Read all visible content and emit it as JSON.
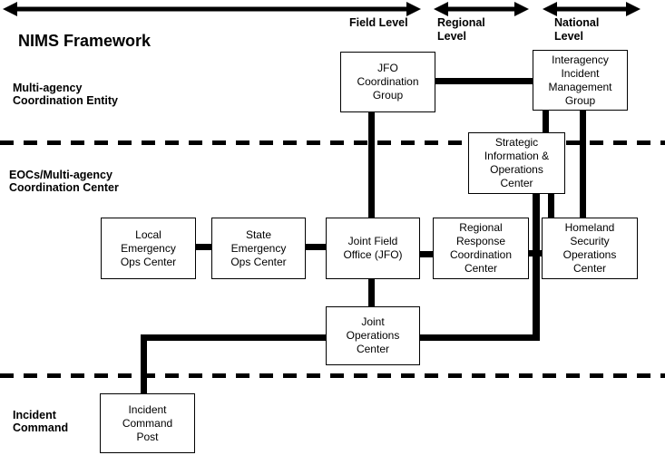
{
  "title": "NIMS Framework",
  "top_levels": {
    "field": "Field Level",
    "regional": "Regional\nLevel",
    "national": "National\nLevel"
  },
  "layer_labels": {
    "multi_agency": "Multi-agency\nCoordination Entity",
    "eocs": "EOCs/Multi-agency\nCoordination Center",
    "incident": "Incident\nCommand"
  },
  "boxes": {
    "jfo_coordination_group": "JFO\nCoordination\nGroup",
    "interagency_incident_management_group": "Interagency\nIncident\nManagement\nGroup",
    "strategic_information_operations_center": "Strategic\nInformation &\nOperations\nCenter",
    "local_emergency_ops_center": "Local\nEmergency\nOps Center",
    "state_emergency_ops_center": "State\nEmergency\nOps Center",
    "joint_field_office": "Joint Field\nOffice (JFO)",
    "regional_response_coordination_center": "Regional\nResponse\nCoordination\nCenter",
    "homeland_security_operations_center": "Homeland\nSecurity\nOperations\nCenter",
    "joint_operations_center": "Joint\nOperations\nCenter",
    "incident_command_post": "Incident\nCommand\nPost"
  },
  "colors": {
    "line": "#000000",
    "background": "#ffffff",
    "box_fill": "#ffffff",
    "text": "#000000"
  }
}
